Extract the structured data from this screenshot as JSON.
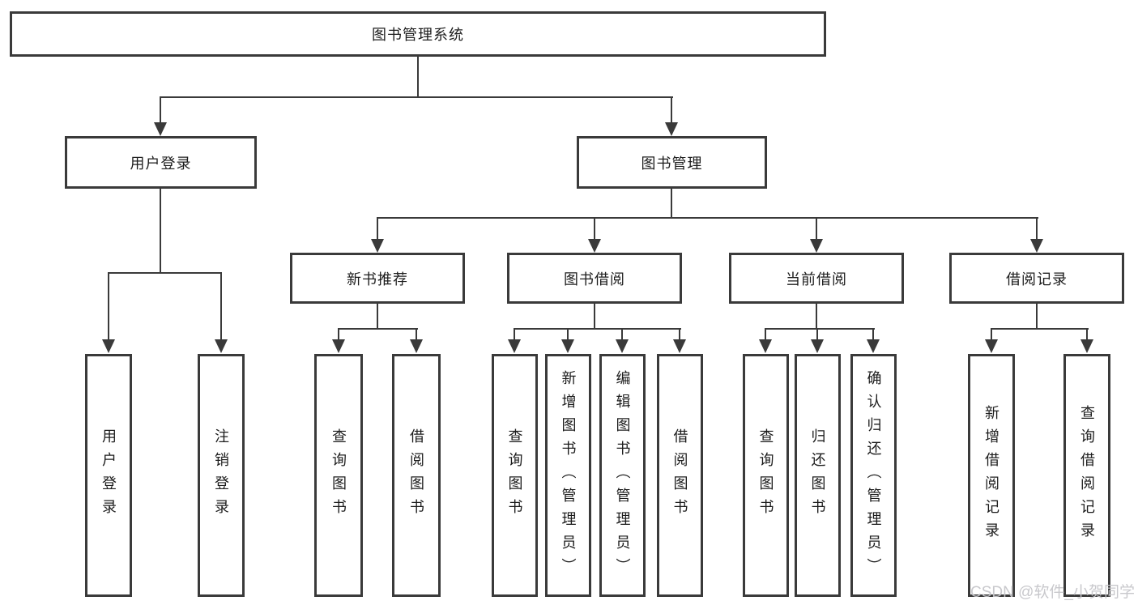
{
  "nodes": {
    "root": "图书管理系统",
    "level2": [
      "用户登录",
      "图书管理"
    ],
    "level3": [
      "新书推荐",
      "图书借阅",
      "当前借阅",
      "借阅记录"
    ],
    "leaves": {
      "user_login": [
        "用户登录",
        "注销登录"
      ],
      "new_book_rec": [
        "查询图书",
        "借阅图书"
      ],
      "book_borrow": [
        "查询图书",
        "新增图书（管理员）",
        "编辑图书（管理员）",
        "借阅图书"
      ],
      "current_borrow": [
        "查询图书",
        "归还图书",
        "确认归还（管理员）"
      ],
      "borrow_records": [
        "新增借阅记录",
        "查询借阅记录"
      ]
    }
  },
  "watermark": {
    "text": "CSDN @软件_小贺同学"
  },
  "colors": {
    "line": "#3a3a3a",
    "text": "#1c1c1c",
    "background": "#ffffff",
    "watermark": "#c6c6ca"
  }
}
